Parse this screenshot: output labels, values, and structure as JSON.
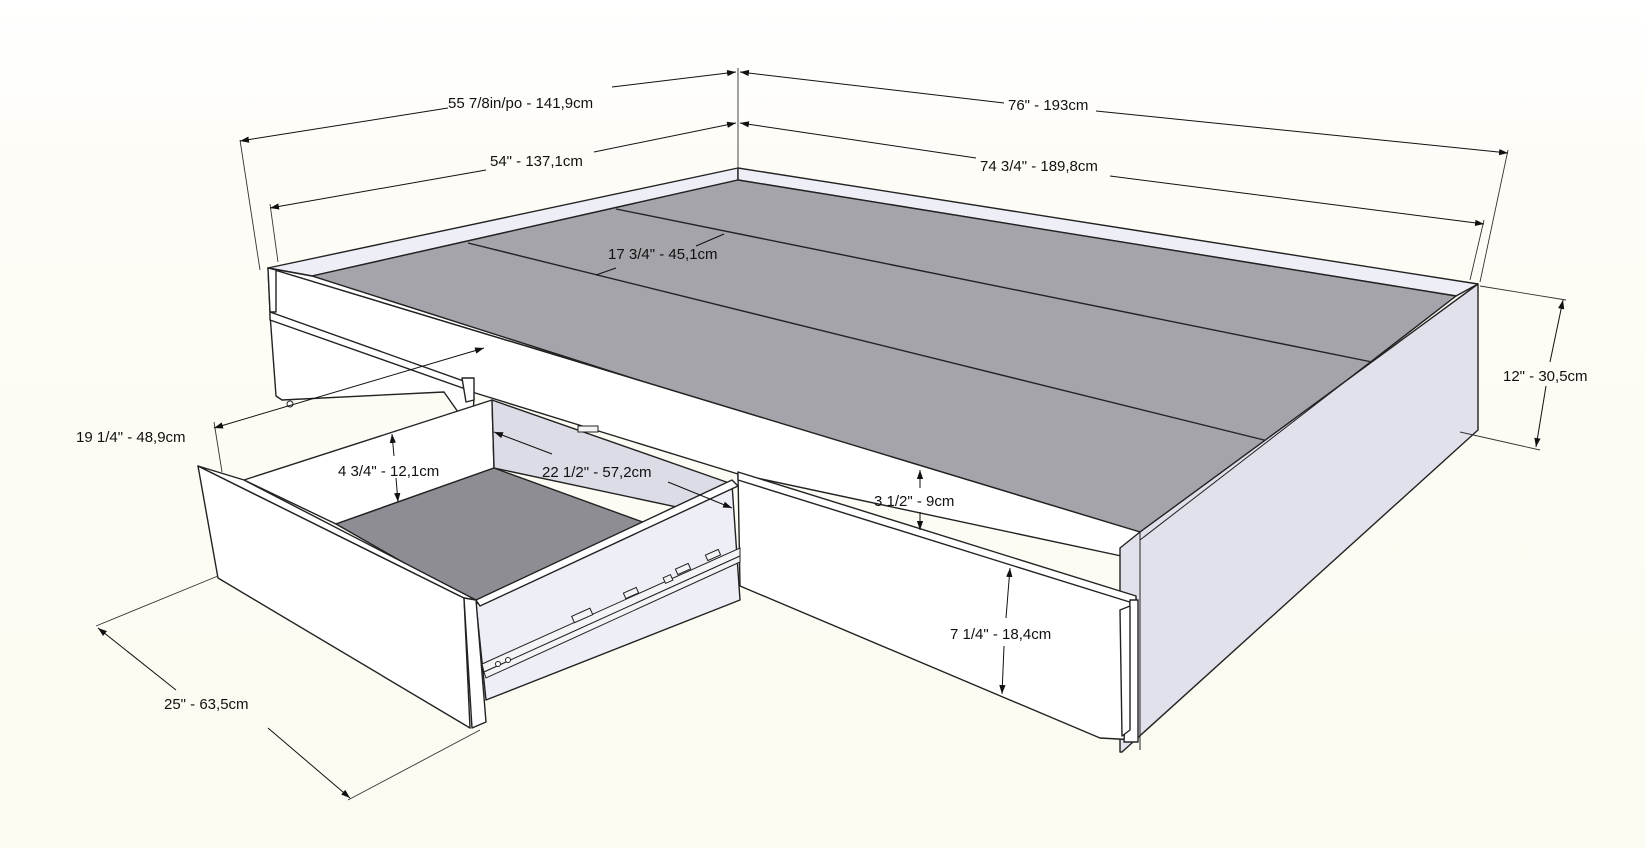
{
  "dimensions": {
    "overall_width": "55 7/8in/po - 141,9cm",
    "overall_length": "76\" - 193cm",
    "inner_width": "54\" - 137,1cm",
    "inner_length": "74 3/4\" - 189,8cm",
    "slat_width": "17 3/4\" - 45,1cm",
    "height": "12\" - 30,5cm",
    "drawer_extension": "19 1/4\" - 48,9cm",
    "drawer_inner_height": "4 3/4\" - 12,1cm",
    "drawer_inner_depth": "22 1/2\" - 57,2cm",
    "clearance": "3 1/2\" - 9cm",
    "drawer_front_height": "7 1/4\" - 18,4cm",
    "drawer_width": "25\" - 63,5cm"
  },
  "colors": {
    "platform": "#a4a4aa",
    "drawer_bottom": "#8d8d93",
    "panel": "#ffffff",
    "side_panel": "#e1e1ec",
    "background": "#fcfbf1"
  }
}
